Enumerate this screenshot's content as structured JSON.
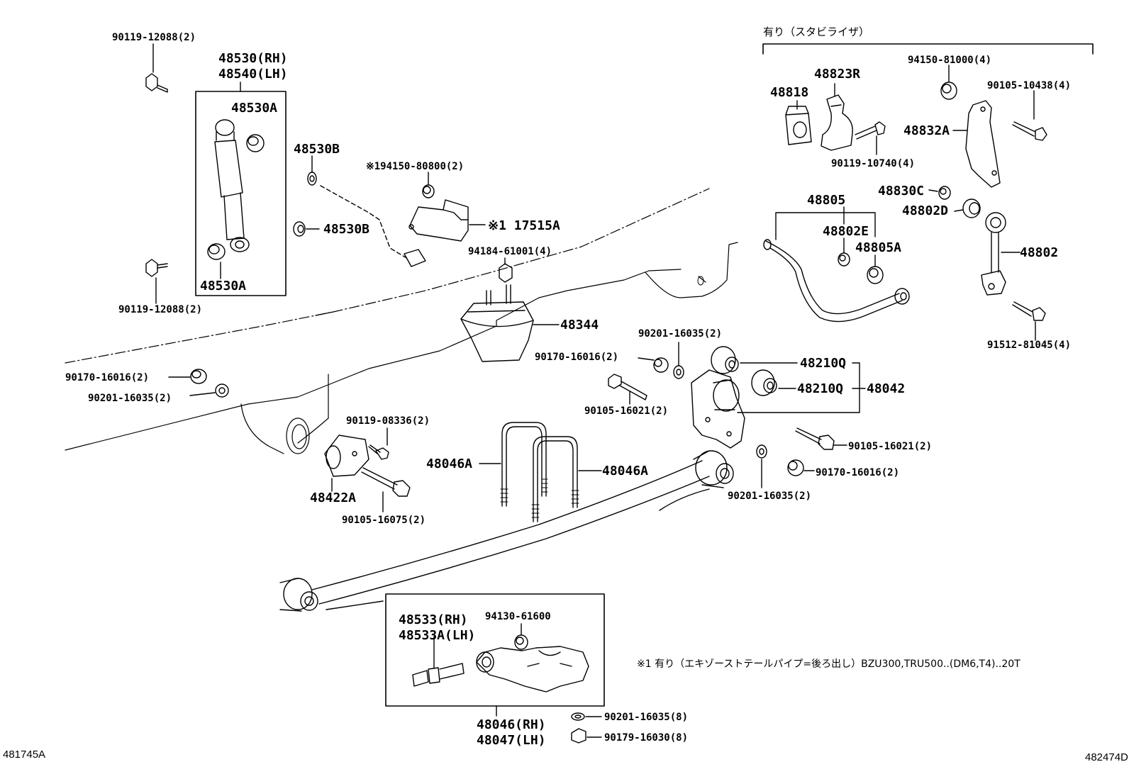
{
  "stabilizer_group_label": "有り（スタビライザ）",
  "footnote": "※1 有り（エキゾーストテールパイプ=後ろ出し）BZU300,TRU500..(DM6,T4)..20T",
  "figure_codes": {
    "left": "481745A",
    "right": "482474D"
  },
  "labels": {
    "p1": "90119-12088(2)",
    "p2": "48530(RH)",
    "p3": "48540(LH)",
    "p4": "48530A",
    "p5": "48530B",
    "p6": "48530B",
    "p7": "48530A",
    "p8": "90119-12088(2)",
    "p9": "※194150-80800(2)",
    "p10": "※1 17515A",
    "p11": "94184-61001(4)",
    "p12": "48344",
    "p13": "90170-16016(2)",
    "p14": "90201-16035(2)",
    "p15": "90119-08336(2)",
    "p16": "48422A",
    "p17": "90105-16075(2)",
    "p18": "48046A",
    "p19": "48046A",
    "p20": "90201-16035(2)",
    "p21": "90170-16016(2)",
    "p22": "90105-16021(2)",
    "p23": "48210Q",
    "p24": "48210Q",
    "p25": "48042",
    "p26": "90105-16021(2)",
    "p27": "90170-16016(2)",
    "p28": "90201-16035(2)",
    "p29": "48823R",
    "p30": "48818",
    "p31": "90119-10740(4)",
    "p32": "94150-81000(4)",
    "p33": "90105-10438(4)",
    "p34": "48832A",
    "p35": "48830C",
    "p36": "48802D",
    "p37": "48805",
    "p38": "48802E",
    "p39": "48805A",
    "p40": "48802",
    "p41": "91512-81045(4)",
    "p42": "48533(RH)",
    "p43": "48533A(LH)",
    "p44": "94130-61600",
    "p45": "48046(RH)",
    "p46": "48047(LH)",
    "p47": "90201-16035(8)",
    "p48": "90179-16030(8)"
  }
}
